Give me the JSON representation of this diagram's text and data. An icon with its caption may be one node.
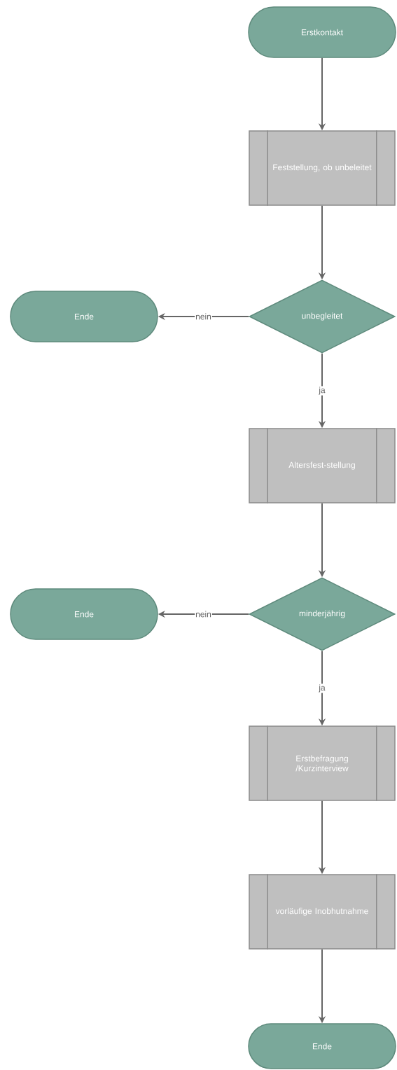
{
  "diagram": {
    "nodes": [
      {
        "text": [
          "Erstkontakt"
        ]
      },
      {
        "text": [
          "Feststellung, ob unbeleitet"
        ]
      },
      {
        "text": [
          "unbegleitet"
        ]
      },
      {
        "text": [
          "Ende"
        ]
      },
      {
        "text": [
          "Altersfest-stellung"
        ]
      },
      {
        "text": [
          "minderjährig"
        ]
      },
      {
        "text": [
          "Ende"
        ]
      },
      {
        "text": [
          "Erstbefragung /Kurzinterview"
        ]
      },
      {
        "text": [
          "vorläufige Inobhutnahme"
        ]
      },
      {
        "text": [
          "Ende"
        ]
      }
    ],
    "edges": [
      {
        "from": 0,
        "to": 1,
        "arrow": "to"
      },
      {
        "from": 1,
        "to": 2,
        "arrow": "to"
      },
      {
        "from": 2,
        "to": 3,
        "arrow": "to",
        "label": "nein"
      },
      {
        "from": 2,
        "to": 4,
        "arrow": "to",
        "label": "ja"
      },
      {
        "from": 4,
        "to": 5,
        "arrow": "to"
      },
      {
        "from": 5,
        "to": 6,
        "arrow": "to",
        "label": "nein"
      },
      {
        "from": 5,
        "to": 7,
        "arrow": "to",
        "label": "ja"
      },
      {
        "from": 7,
        "to": 8,
        "arrow": "to"
      },
      {
        "from": 8,
        "to": 9,
        "arrow": "to"
      }
    ]
  }
}
